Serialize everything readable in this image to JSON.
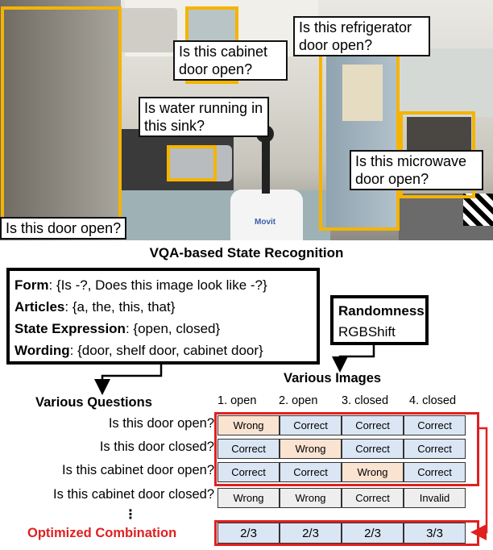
{
  "photo": {
    "questions": {
      "door": "Is this door open?",
      "cabinet": "Is this cabinet door open?",
      "sink": "Is water running in this sink?",
      "refrigerator": "Is this refrigerator door open?",
      "microwave": "Is this microwave door open?"
    },
    "robot_label": "Movit",
    "colors": {
      "highlight": "#f4b400"
    }
  },
  "section_title": "VQA-based State Recognition",
  "params": {
    "form_key": "Form",
    "form_val": ": {Is -?, Does this image look like -?}",
    "articles_key": "Articles",
    "articles_val": ": {a, the, this, that}",
    "state_key": "State Expression",
    "state_val": ": {open, closed}",
    "wording_key": "Wording",
    "wording_val": ": {door, shelf door, cabinet door}"
  },
  "randomness": {
    "key": "Randomness",
    "colon": ":",
    "value": "RGBShift"
  },
  "various_images": "Various Images",
  "various_questions": "Various Questions",
  "columns": [
    "1. open",
    "2. open",
    "3. closed",
    "4. closed"
  ],
  "rows": [
    {
      "question": "Is this door open?",
      "cells": [
        "Wrong",
        "Correct",
        "Correct",
        "Correct"
      ]
    },
    {
      "question": "Is this door closed?",
      "cells": [
        "Correct",
        "Wrong",
        "Correct",
        "Correct"
      ]
    },
    {
      "question": "Is this cabinet door open?",
      "cells": [
        "Correct",
        "Correct",
        "Wrong",
        "Correct"
      ]
    },
    {
      "question": "Is this cabinet door closed?",
      "cells": [
        "Wrong",
        "Wrong",
        "Correct",
        "Invalid"
      ]
    }
  ],
  "ellipsis": "⋮",
  "optimized": {
    "label": "Optimized Combination",
    "values": [
      "2/3",
      "2/3",
      "2/3",
      "3/3"
    ]
  },
  "colors": {
    "correct": "#dbe6f4",
    "wrong": "#fbe3d2",
    "neutral": "#eeeeee",
    "red": "#e02020"
  }
}
